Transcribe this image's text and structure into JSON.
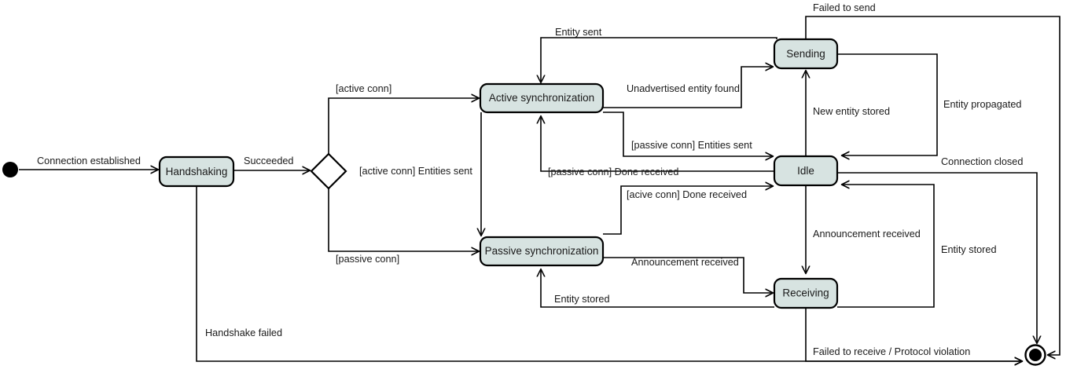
{
  "diagram": {
    "type": "uml-state-machine",
    "title": "",
    "nodes": {
      "initial": {
        "kind": "initial-node",
        "label": ""
      },
      "handshaking": {
        "kind": "state",
        "label": "Handshaking"
      },
      "decision": {
        "kind": "decision-node",
        "label": ""
      },
      "active_sync": {
        "kind": "state",
        "label": "Active  synchronization"
      },
      "passive_sync": {
        "kind": "state",
        "label": "Passive synchronization"
      },
      "sending": {
        "kind": "state",
        "label": "Sending"
      },
      "idle": {
        "kind": "state",
        "label": "Idle"
      },
      "receiving": {
        "kind": "state",
        "label": "Receiving"
      },
      "final": {
        "kind": "final-node",
        "label": ""
      }
    },
    "transitions": [
      {
        "id": "t1",
        "from": "initial",
        "to": "handshaking",
        "label": "Connection established"
      },
      {
        "id": "t2",
        "from": "handshaking",
        "to": "decision",
        "label": "Succeeded"
      },
      {
        "id": "t3",
        "from": "decision",
        "to": "active_sync",
        "label": "[active conn]"
      },
      {
        "id": "t4",
        "from": "decision",
        "to": "passive_sync",
        "label": "[passive conn]"
      },
      {
        "id": "t5",
        "from": "active_sync",
        "to": "passive_sync",
        "label": "[active conn] Entities sent"
      },
      {
        "id": "t6",
        "from": "active_sync",
        "to": "sending",
        "label": "Unadvertised entity found"
      },
      {
        "id": "t7",
        "from": "sending",
        "to": "active_sync",
        "label": "Entity sent"
      },
      {
        "id": "t8",
        "from": "sending",
        "to": "idle",
        "label": "Entity propagated"
      },
      {
        "id": "t9",
        "from": "sending",
        "to": "final",
        "label": "Failed to send"
      },
      {
        "id": "t10",
        "from": "idle",
        "to": "sending",
        "label": "New entity stored"
      },
      {
        "id": "t11",
        "from": "passive_sync",
        "to": "idle",
        "label": "[passive conn] Entities sent"
      },
      {
        "id": "t12",
        "from": "idle",
        "to": "active_sync",
        "label": "[passive conn] Done received"
      },
      {
        "id": "t13",
        "from": "passive_sync",
        "to": "idle",
        "label": "[acive conn] Done received"
      },
      {
        "id": "t14",
        "from": "idle",
        "to": "receiving",
        "label": "Announcement received"
      },
      {
        "id": "t15",
        "from": "passive_sync",
        "to": "receiving",
        "label": "Announcement received"
      },
      {
        "id": "t16",
        "from": "receiving",
        "to": "idle",
        "label": "Entity stored"
      },
      {
        "id": "t17",
        "from": "receiving",
        "to": "passive_sync",
        "label": "Entity stored"
      },
      {
        "id": "t18",
        "from": "idle",
        "to": "final",
        "label": "Connection closed"
      },
      {
        "id": "t19",
        "from": "receiving",
        "to": "final",
        "label": "Failed to receive / Protocol violation"
      },
      {
        "id": "t20",
        "from": "handshaking",
        "to": "final",
        "label": "Handshake failed"
      }
    ],
    "colors": {
      "state_fill": "#d7e3e1",
      "stroke": "#000000",
      "background": "#ffffff",
      "text": "#1a1a1a"
    }
  }
}
